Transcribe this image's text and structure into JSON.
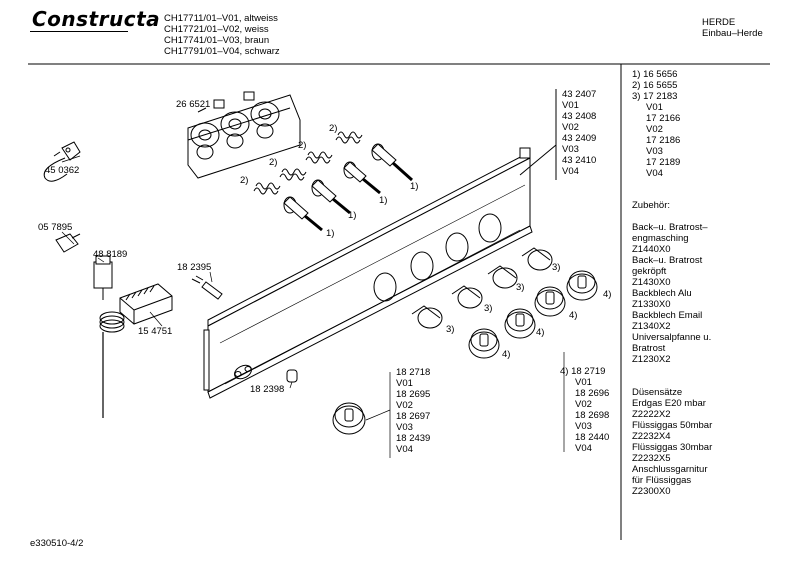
{
  "header": {
    "brand": "Constructa",
    "models": [
      "CH17711/01–V01, altweiss",
      "CH17721/01–V02, weiss",
      "CH17741/01–V03, braun",
      "CH17791/01–V04, schwarz"
    ],
    "category": "HERDE",
    "subcategory": "Einbau–Herde"
  },
  "footer": {
    "doc_id": "e330510-4/2"
  },
  "parts": {
    "switch_block": "26 6521",
    "plug": "45 0362",
    "connector": "05 7895",
    "thermostat": "48 8189",
    "selector_switch": "15 4751",
    "lamp": "18 2395",
    "indicator": "18 2398"
  },
  "callouts": {
    "c1": "1)",
    "c2": "2)",
    "c3": "3)",
    "c4": "4)"
  },
  "panel_parts": [
    "43 2407",
    "V01",
    "43 2408",
    "V02",
    "43 2409",
    "V03",
    "43 2410",
    "V04"
  ],
  "knob_parts_left": [
    "18 2718",
    "V01",
    "18 2695",
    "V02",
    "18 2697",
    "V03",
    "18 2439",
    "V04"
  ],
  "knob_parts_right": [
    "4)  18 2719",
    "V01",
    "18 2696",
    "V02",
    "18 2698",
    "V03",
    "18 2440",
    "V04"
  ],
  "sidebar": {
    "numbered": [
      "1)  16 5656",
      "2)  16 5655",
      "3)  17 2183",
      "V01",
      "17 2166",
      "V02",
      "17 2186",
      "V03",
      "17 2189",
      "V04"
    ],
    "accessories_title": "Zubehör:",
    "accessories": [
      "Back–u. Bratrost–",
      "engmasching",
      "Z1440X0",
      "Back–u. Bratrost",
      "gekröpft",
      "Z1430X0",
      "Backblech Alu",
      "Z1330X0",
      "Backblech Email",
      "Z1340X2",
      "Universalpfanne u.",
      "Bratrost",
      "Z1230X2"
    ],
    "nozzles": [
      "Düsensätze",
      "Erdgas E20 mbar",
      "Z2222X2",
      "Flüssiggas 50mbar",
      "Z2232X4",
      "Flüssiggas 30mbar",
      "Z2232X5",
      "Anschlussgarnitur",
      "für  Flüssiggas",
      "Z2300X0"
    ]
  }
}
